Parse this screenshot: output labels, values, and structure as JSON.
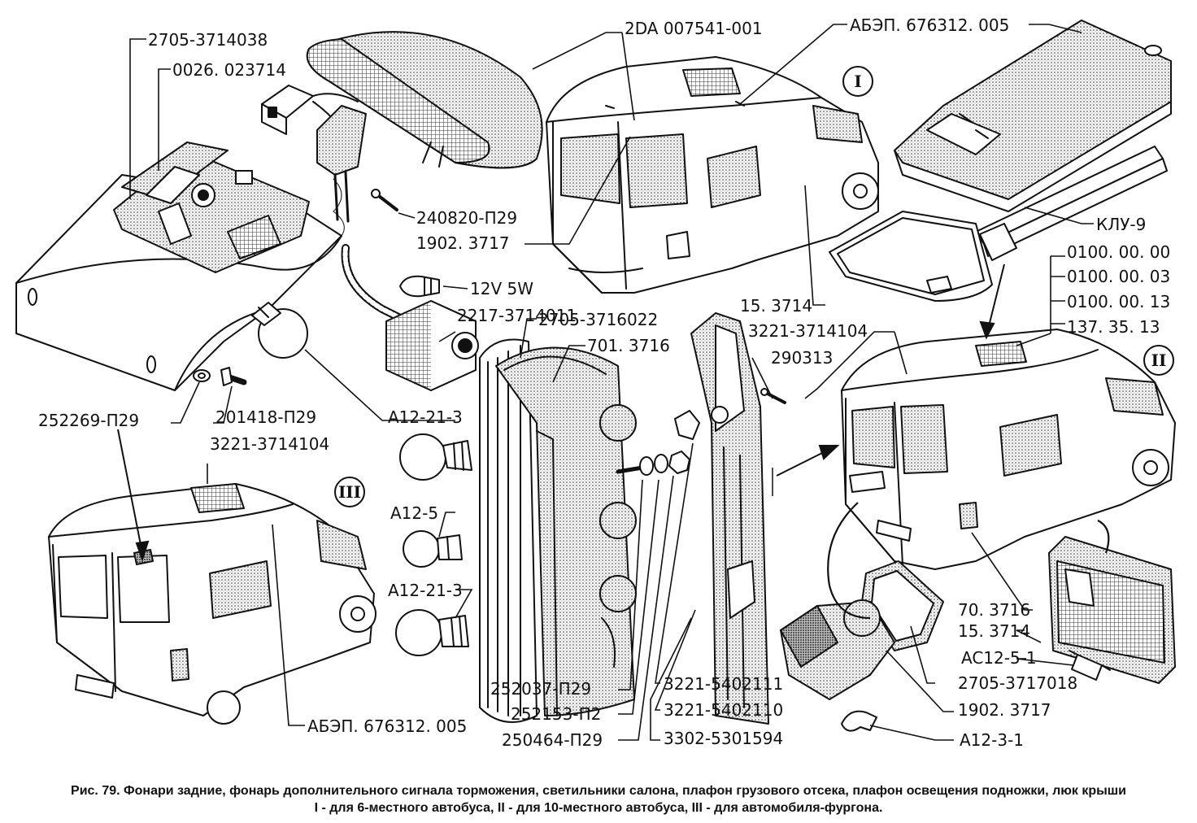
{
  "labels": {
    "p2705_3714038": "2705-3714038",
    "p0026_023714": "0026. 023714",
    "p2DA_007541_001": "2DA 007541-001",
    "pABEP_676312_005_top": "АБЭП. 676312. 005",
    "p240820_P29": "240820-П29",
    "p1902_3717_top": "1902. 3717",
    "p12V_5W": "12V 5W",
    "p2217_3714011": "2217-3714011",
    "pKLU_9": "КЛУ-9",
    "p0100_00_00": "0100. 00. 00",
    "p0100_00_03": "0100. 00. 03",
    "p0100_00_13": "0100. 00. 13",
    "p137_35_13": "137. 35. 13",
    "p2705_3716022": "2705-3716022",
    "p701_3716": "701. 3716",
    "p15_3714_top": "15. 3714",
    "p3221_3714104_right": "3221-3714104",
    "p290313": "290313",
    "p252269_P29": "252269-П29",
    "p201418_P29": "201418-П29",
    "pA12_21_3_a": "A12-21-3",
    "p3221_3714104_left": "3221-3714104",
    "pA12_5": "A12-5",
    "pA12_21_3_b": "A12-21-3",
    "p70_3716": "70. 3716",
    "p15_3714_bottom": "15. 3714",
    "pAC12_5_1": "AC12-5-1",
    "p2705_3717018": "2705-3717018",
    "p1902_3717_bottom": "1902. 3717",
    "pA12_3_1": "A12-3-1",
    "p252037_P29": "252037-П29",
    "p252153_P2": "252153-П2",
    "p250464_P29": "250464-П29",
    "p3221_5402111": "3221-5402111",
    "p3221_5402110": "3221-5402110",
    "p3302_5301594": "3302-5301594",
    "pABEP_676312_005_bottom": "АБЭП. 676312. 005"
  },
  "variants": {
    "one": "I",
    "two": "II",
    "three": "III"
  },
  "caption": {
    "line1": "Рис. 79. Фонари задние, фонарь дополнительного сигнала торможения, светильники салона, плафон грузового отсека, плафон освещения подножки, люк крыши",
    "line2": "I - для 6-местного автобуса, II - для 10-местного автобуса, III - для автомобиля-фургона."
  }
}
